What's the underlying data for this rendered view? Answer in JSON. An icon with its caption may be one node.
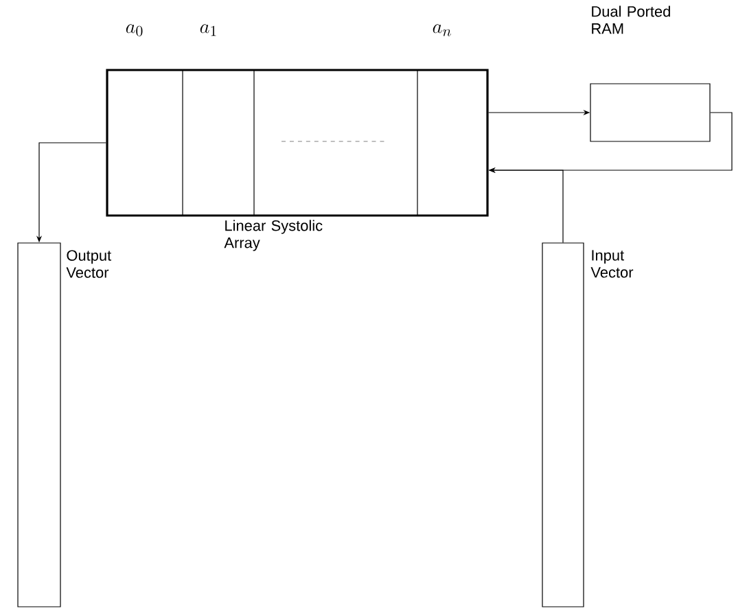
{
  "diagram": {
    "nodes": [
      {
        "text": [
          "Linear Systolic Array"
        ]
      },
      {
        "text": [
          "Dual Ported RAM"
        ]
      },
      {
        "text": [
          "Output Vector"
        ]
      },
      {
        "text": [
          "Input Vector"
        ]
      }
    ],
    "edges": [
      {
        "from": 0,
        "to": 1,
        "arrow": "to"
      },
      {
        "from": 1,
        "to": 0,
        "arrow": "to"
      },
      {
        "from": 3,
        "to": 0,
        "arrow": "to"
      },
      {
        "from": 0,
        "to": 2,
        "arrow": "to"
      }
    ],
    "labels": [
      "a_0",
      "a_1",
      "a_n"
    ]
  }
}
